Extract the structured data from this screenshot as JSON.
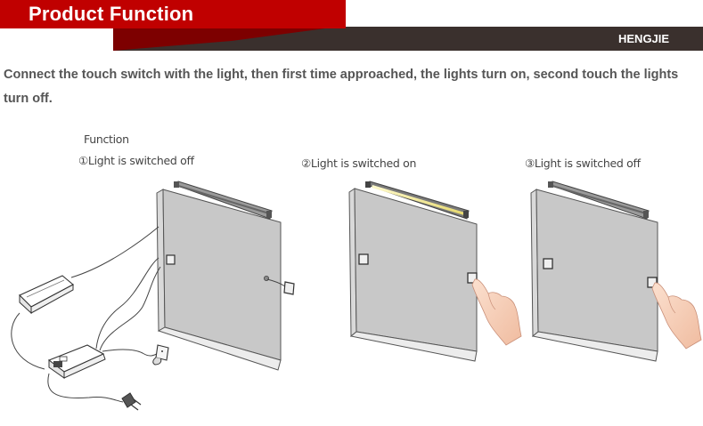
{
  "header": {
    "title": "Product Function",
    "brand": "HENGJIE",
    "colors": {
      "red": "#c00000",
      "dark_red": "#7d0000",
      "dark_band": "#3a302d"
    }
  },
  "intro": {
    "text": "Connect the touch switch with the light, then first time approached, the lights turn on, second touch the lights turn off."
  },
  "diagram": {
    "section_label": "Function",
    "steps": [
      {
        "label": "①Light is switched off",
        "light_state": "off",
        "finger_touch": false
      },
      {
        "label": "②Light is switched on",
        "light_state": "on",
        "finger_touch": true
      },
      {
        "label": "③Light is switched off",
        "light_state": "off",
        "finger_touch": true
      }
    ],
    "components": [
      "mirror-cabinet",
      "led-light-bar",
      "touch-sensor",
      "led-driver",
      "junction-box",
      "power-plug"
    ]
  }
}
